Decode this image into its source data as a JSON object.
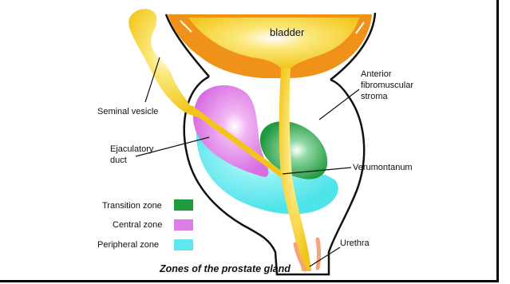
{
  "labels": {
    "bladder": "bladder",
    "seminal_vesicle": "Seminal vesicle",
    "ejaculatory_duct_line1": "Ejaculatory",
    "ejaculatory_duct_line2": "duct",
    "afs_line1": "Anterior",
    "afs_line2": "fibromuscular",
    "afs_line3": "stroma",
    "verumontanum": "Verumontanum",
    "urethra": "Urethra"
  },
  "legend": [
    {
      "label": "Transition zone",
      "color": "#1f9a3e"
    },
    {
      "label": "Central zone",
      "color": "#dd7fe6"
    },
    {
      "label": "Peripheral zone",
      "color": "#5ee8ee"
    }
  ],
  "caption": "Zones of the prostate gland",
  "colors": {
    "bladder_wall": "#f0921a",
    "bladder_fill": "#f7d21e",
    "duct": "#f3c51a",
    "outline": "#111111"
  }
}
